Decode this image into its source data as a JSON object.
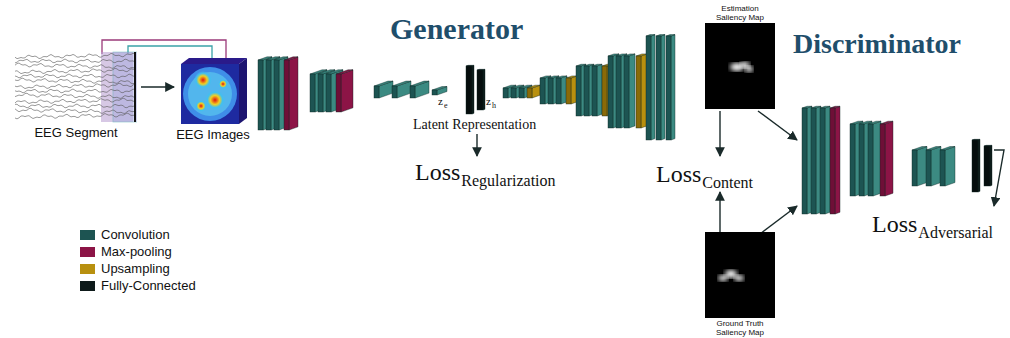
{
  "diagram": {
    "nodes": [
      {
        "text": [
          "EEG Segment"
        ]
      },
      {
        "text": [
          "EEG Images"
        ]
      },
      {
        "text": [
          "Estimation Saliency Map"
        ]
      },
      {
        "text": [
          "Ground Truth Saliency Map"
        ]
      }
    ],
    "edges": [
      {
        "from": 0,
        "to": 1,
        "arrow": "to"
      }
    ],
    "labels": [
      "Generator",
      "Latent Representation",
      "z",
      "e",
      "z",
      "h",
      "Loss",
      "Regularization",
      "Discriminator",
      "Loss",
      "Content",
      "Loss",
      "Adversarial"
    ],
    "legend": [
      {
        "text": "Convolution",
        "color": "#1d5452"
      },
      {
        "text": "Max-pooling",
        "color": "#8c1446"
      },
      {
        "text": "Upsampling",
        "color": "#b8900f"
      },
      {
        "text": "Fully-Connected",
        "color": "#0e1a1a"
      }
    ]
  }
}
